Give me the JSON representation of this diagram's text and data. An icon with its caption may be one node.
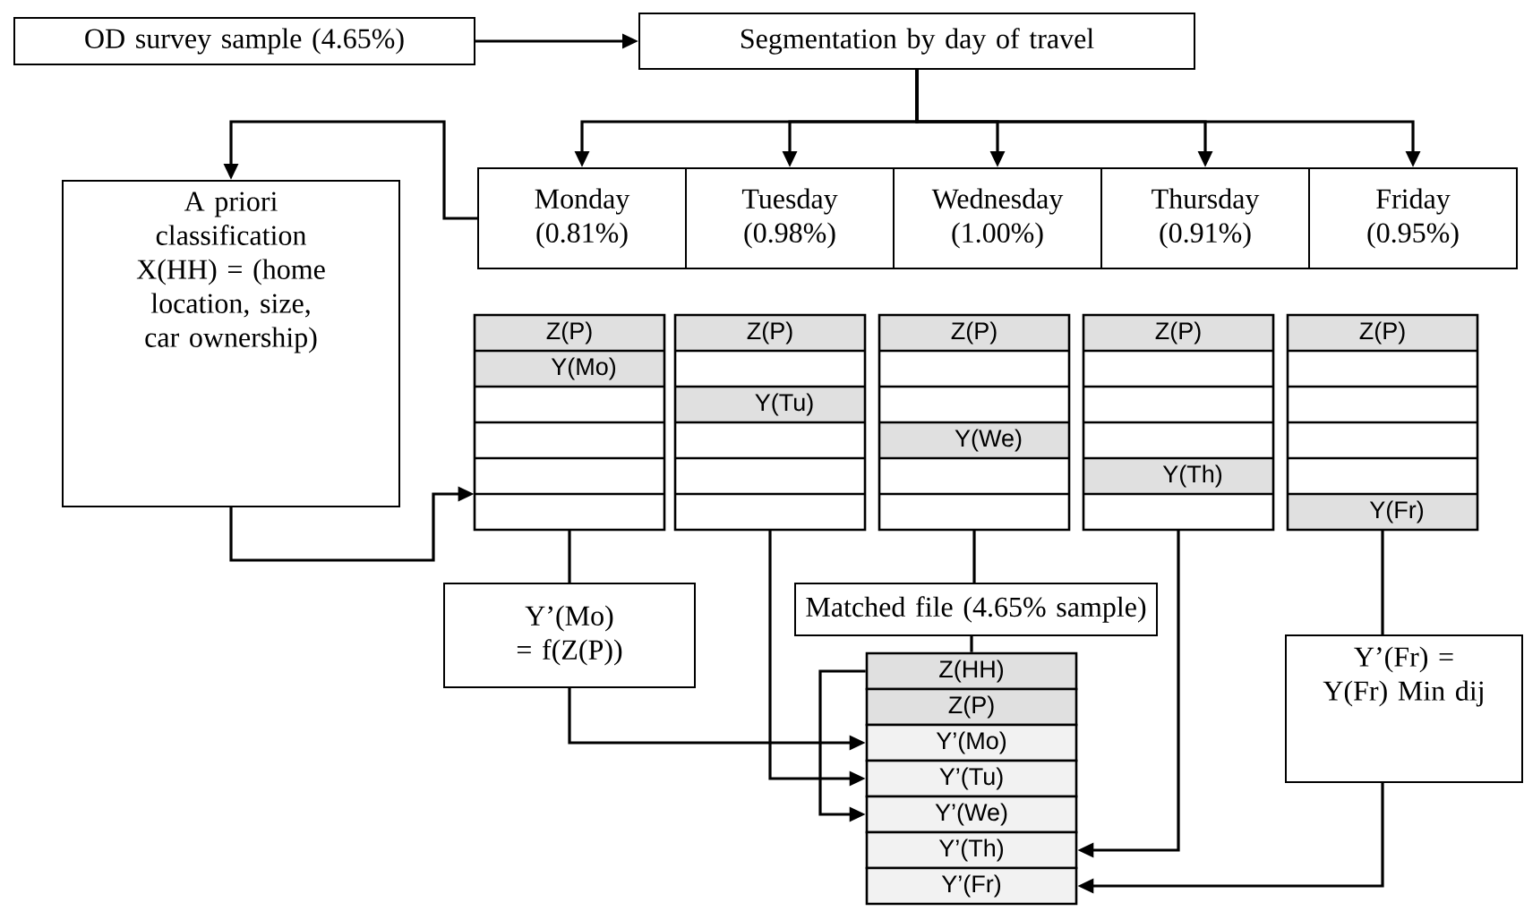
{
  "diagram": {
    "nodes": [
      {
        "text": [
          "OD survey sample  (4.65%)"
        ]
      },
      {
        "text": [
          "Segmentation by day of travel"
        ]
      },
      {
        "text": [
          "A priori classification X(HH) = (home location, size, car ownership)"
        ]
      },
      {
        "text": [
          "Monday (0.81%)"
        ]
      },
      {
        "text": [
          "Tuesday (0.98%)"
        ]
      },
      {
        "text": [
          "Wednesday (1.00%)"
        ]
      },
      {
        "text": [
          "Thursday (0.91%)"
        ]
      },
      {
        "text": [
          "Friday (0.95%)"
        ]
      },
      {
        "text": [
          "Z(P)",
          "Y(Mo)"
        ]
      },
      {
        "text": [
          "Z(P)",
          "Y(Tu)"
        ]
      },
      {
        "text": [
          "Z(P)",
          "Y(We)"
        ]
      },
      {
        "text": [
          "Z(P)",
          "Y(Th)"
        ]
      },
      {
        "text": [
          "Z(P)",
          "Y(Fr)"
        ]
      },
      {
        "text": [
          "Y’(Mo) = f(Z(P))"
        ]
      },
      {
        "text": [
          "Matched file (4.65% sample)"
        ]
      },
      {
        "text": [
          "Z(HH)"
        ]
      },
      {
        "text": [
          "Z(P)"
        ]
      },
      {
        "text": [
          "Y’(Mo)"
        ]
      },
      {
        "text": [
          "Y’(Tu)"
        ]
      },
      {
        "text": [
          "Y’(We)"
        ]
      },
      {
        "text": [
          "Y’(Th)"
        ]
      },
      {
        "text": [
          "Y’(Fr)"
        ]
      },
      {
        "text": [
          "Y’(Fr) = Y(Fr) Min dij"
        ]
      }
    ],
    "edges": [
      {
        "from": 0,
        "to": 1,
        "arrow": "to"
      },
      {
        "from": 1,
        "to": 3,
        "arrow": "to"
      },
      {
        "from": 1,
        "to": 4,
        "arrow": "to"
      },
      {
        "from": 1,
        "to": 5,
        "arrow": "to"
      },
      {
        "from": 1,
        "to": 6,
        "arrow": "to"
      },
      {
        "from": 1,
        "to": 7,
        "arrow": "to"
      },
      {
        "from": 3,
        "to": 2,
        "arrow": "to"
      },
      {
        "from": 2,
        "to": 8,
        "arrow": "to"
      },
      {
        "from": 8,
        "to": 13,
        "arrow": "none"
      },
      {
        "from": 13,
        "to": 17,
        "arrow": "to"
      },
      {
        "from": 9,
        "to": 18,
        "arrow": "to"
      },
      {
        "from": 10,
        "to": 14,
        "arrow": "none"
      },
      {
        "from": 14,
        "to": 15,
        "arrow": "none"
      },
      {
        "from": 15,
        "to": 19,
        "arrow": "to"
      },
      {
        "from": 11,
        "to": 20,
        "arrow": "to"
      },
      {
        "from": 12,
        "to": 22,
        "arrow": "none"
      },
      {
        "from": 22,
        "to": 21,
        "arrow": "to"
      }
    ]
  }
}
